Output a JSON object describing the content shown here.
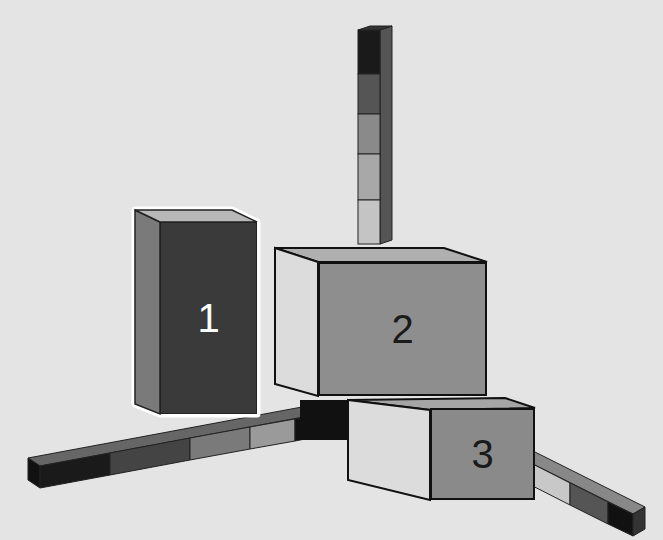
{
  "diagram": {
    "nodes": [
      {
        "text": [
          "1"
        ]
      },
      {
        "text": [
          "2"
        ]
      },
      {
        "text": [
          "3"
        ]
      }
    ]
  }
}
